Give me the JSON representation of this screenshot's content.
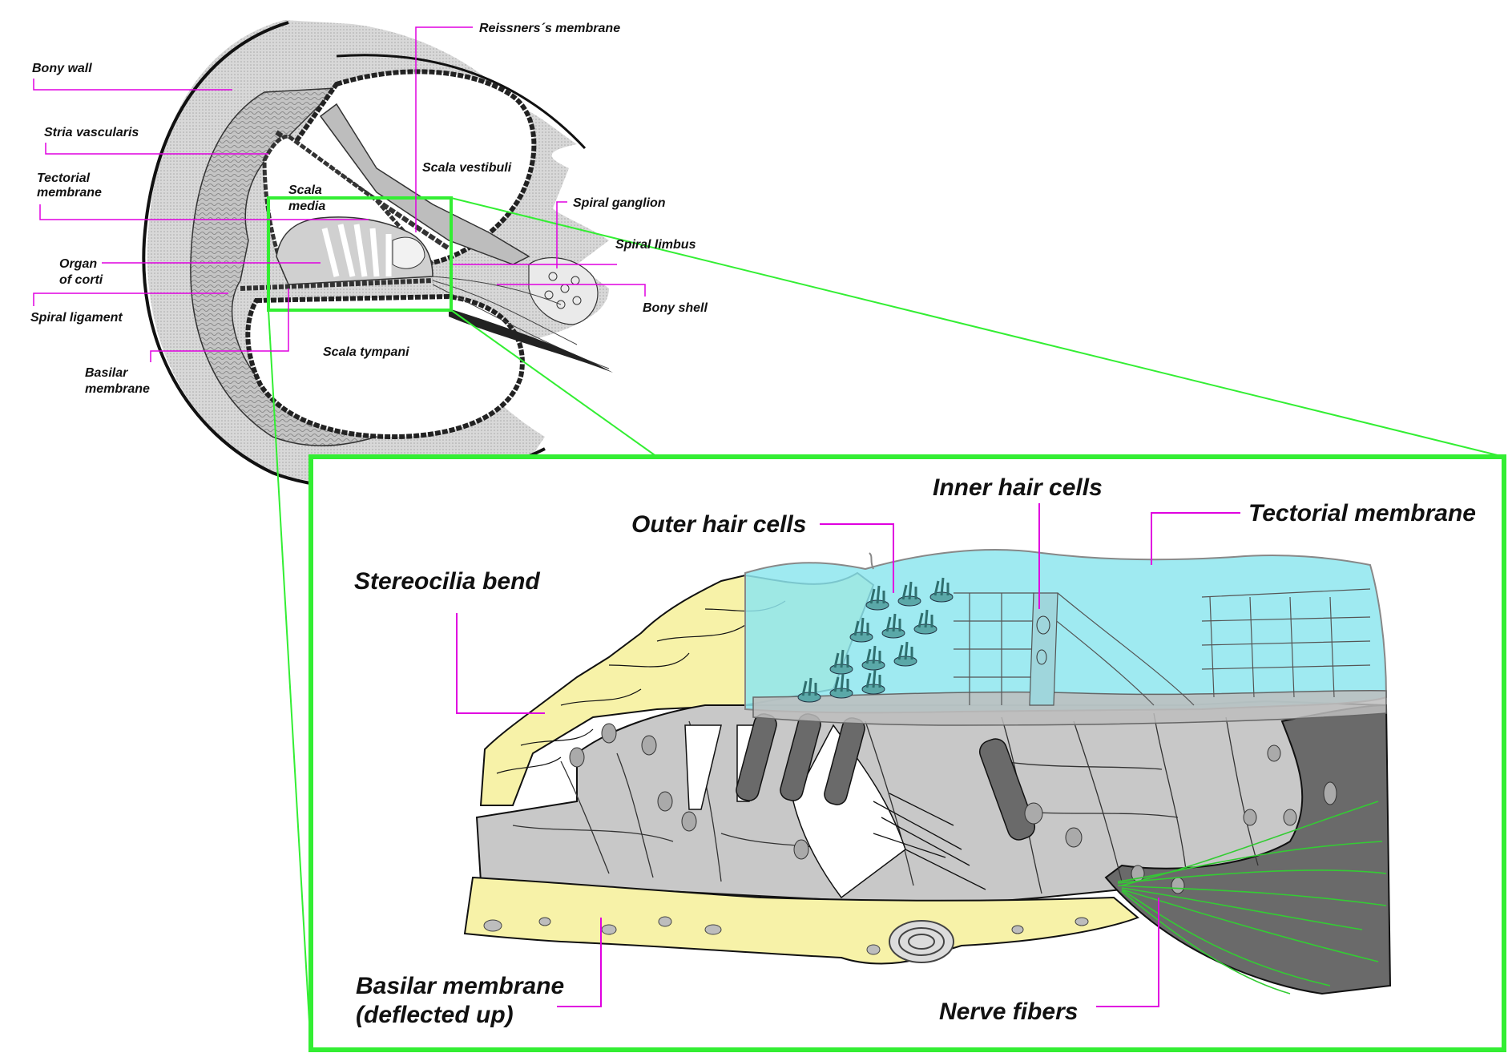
{
  "overview_labels": {
    "bony_wall": "Bony wall",
    "stria_vascularis": "Stria vascularis",
    "tectorial_membrane_1": "Tectorial",
    "tectorial_membrane_2": "membrane",
    "organ_of_corti_1": "Organ",
    "organ_of_corti_2": "of corti",
    "spiral_ligament": "Spiral ligament",
    "basilar_membrane_1": "Basilar",
    "basilar_membrane_2": "membrane",
    "reissners_membrane": "Reissners´s membrane",
    "scala_vestibuli": "Scala vestibuli",
    "scala_media_1": "Scala",
    "scala_media_2": "media",
    "scala_tympani": "Scala tympani",
    "spiral_ganglion": "Spiral ganglion",
    "spiral_limbus": "Spiral limbus",
    "bony_shell": "Bony shell"
  },
  "detail_labels": {
    "inner_hair_cells": "Inner hair cells",
    "outer_hair_cells": "Outer hair cells",
    "tectorial_membrane": "Tectorial membrane",
    "stereocilia_bend": "Stereocilia bend",
    "basilar_membrane_1": "Basilar membrane",
    "basilar_membrane_2": "(deflected up)",
    "nerve_fibers": "Nerve fibers"
  },
  "colors": {
    "highlight": "#33ee33",
    "leader": "#e000e0",
    "tectorial": "#8ee6ee",
    "membrane_yellow": "#f7f2a8",
    "tissue_gray": "#c8c8c8",
    "dark_gray": "#6a6a6a",
    "nerve": "#33cc33"
  }
}
